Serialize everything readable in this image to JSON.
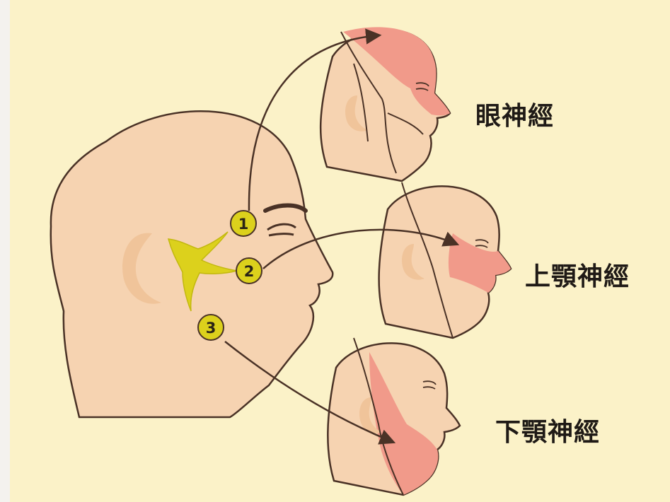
{
  "colors": {
    "panel_background": "#fbf2c8",
    "skin": "#f6d3b1",
    "outline": "#4a3226",
    "region_highlight": "#f19a8a",
    "ear": "#f0c49a",
    "nerve": "#dcd11c",
    "badge_fill": "#dcd11c"
  },
  "icons": {
    "main_head": "large-head-profile",
    "ophthalmic_head": "small-head-forehead-region",
    "maxillary_head": "small-head-midface-region",
    "mandibular_head": "small-head-jaw-region"
  },
  "badges": [
    "1",
    "2",
    "3"
  ],
  "labels": {
    "ophthalmic": "眼神經",
    "maxillary": "上顎神經",
    "mandibular": "下顎神經"
  }
}
